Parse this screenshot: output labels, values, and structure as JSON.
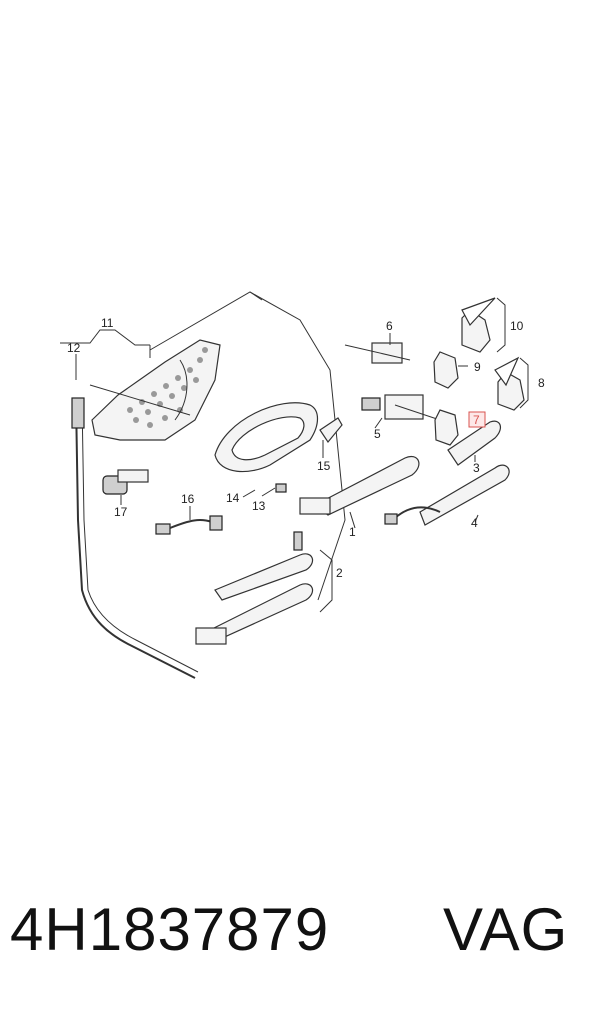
{
  "caption": {
    "part_number": "4H1837879",
    "brand": "VAG"
  },
  "diagram": {
    "callouts": [
      "1",
      "2",
      "3",
      "4",
      "5",
      "6",
      "7",
      "8",
      "9",
      "10",
      "11",
      "12",
      "13",
      "14",
      "15",
      "16",
      "17"
    ],
    "highlighted_callout": "7",
    "highlight_color": "#d9534f"
  }
}
